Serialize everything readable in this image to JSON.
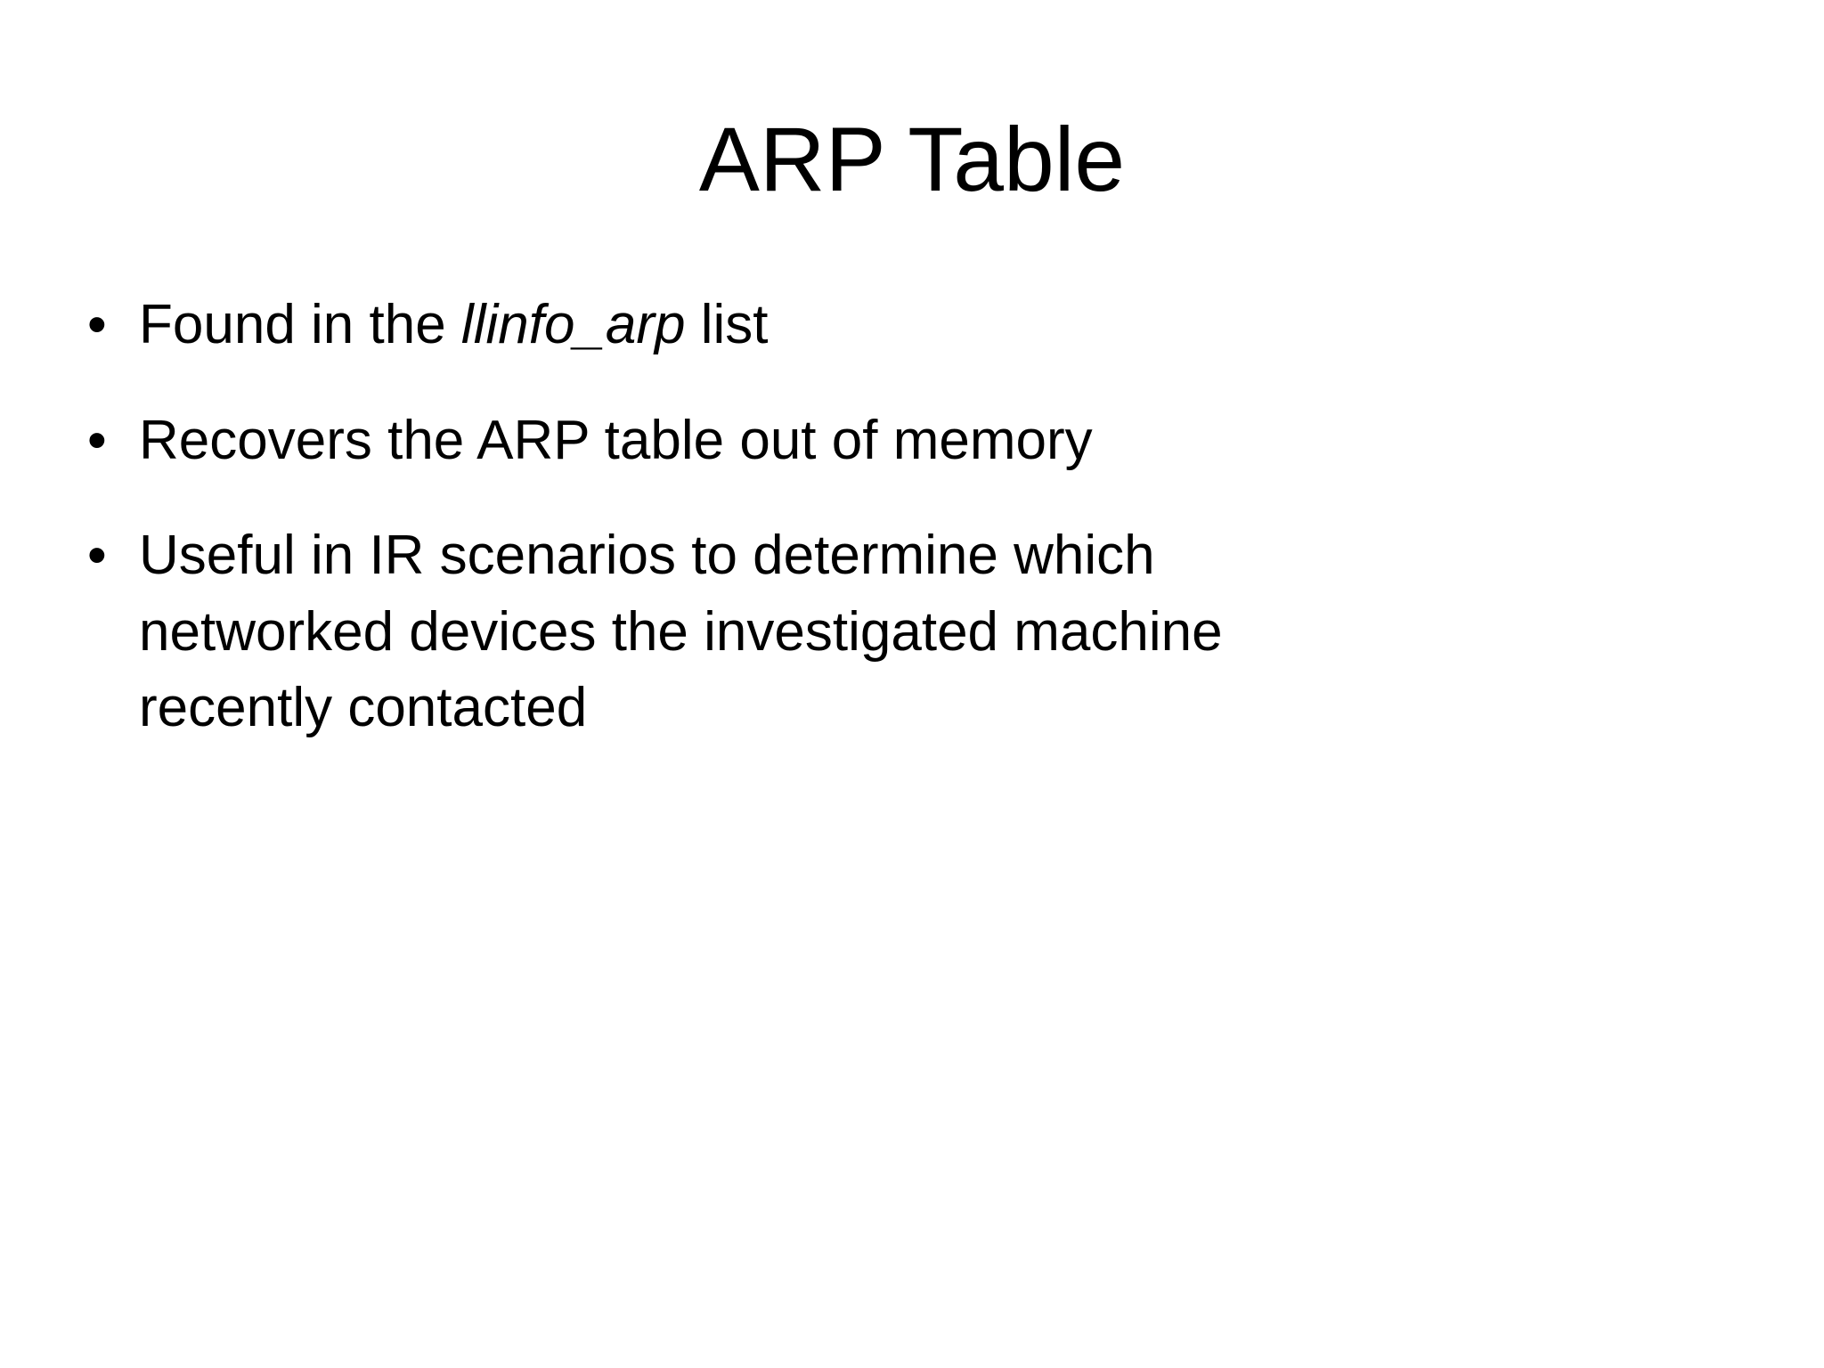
{
  "slide": {
    "title": "ARP Table",
    "bullet_glyph": "•",
    "bullets": [
      {
        "runs": [
          {
            "text": "Found in the "
          },
          {
            "text": "llinfo_arp"
          },
          {
            "text": " list"
          }
        ]
      },
      {
        "runs": [
          {
            "text": "Recovers the ARP table out of memory"
          }
        ]
      },
      {
        "runs": [
          {
            "text": "Useful in IR scenarios to determine which\nnetworked devices the investigated machine\nrecently contacted"
          }
        ]
      }
    ],
    "colors": {
      "background": "#ffffff",
      "text": "#000000"
    }
  }
}
